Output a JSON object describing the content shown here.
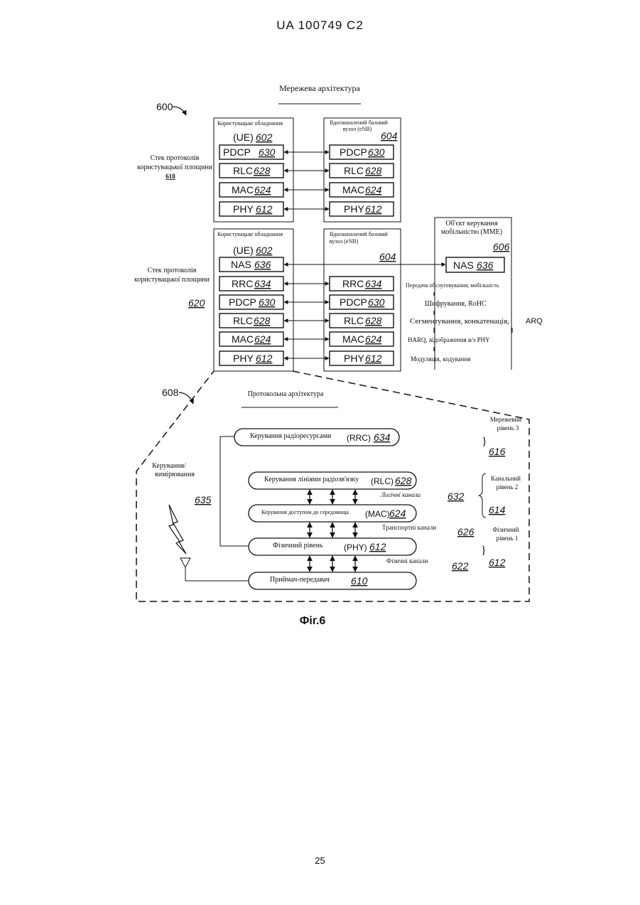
{
  "header": "UA   100749   C2",
  "page_number": "25",
  "figure_caption": "Фіг.6",
  "network": {
    "title": "Мережева архітектура",
    "ref_arrow": "600",
    "user_plane": {
      "label_lines": [
        "Стек протоколів",
        "користувацької площини"
      ],
      "ref": "618",
      "ue_label": "Користувацьке обладнання",
      "ue_prefix": "(UE)",
      "ue_ref": "602",
      "enb_label_lines": [
        "Вдосконалений базовий",
        "вузол (eNB)"
      ],
      "enb_ref": "604",
      "ue_layers": [
        {
          "name": "PDCP",
          "ref": "630"
        },
        {
          "name": "RLC",
          "ref": "628"
        },
        {
          "name": "MAC",
          "ref": "624"
        },
        {
          "name": "PHY",
          "ref": "612"
        }
      ],
      "enb_layers": [
        {
          "name": "PDCP",
          "ref": "630"
        },
        {
          "name": "RLC",
          "ref": "628"
        },
        {
          "name": "MAC",
          "ref": "624"
        },
        {
          "name": "PHY",
          "ref": "612"
        }
      ]
    },
    "control_plane": {
      "label_lines": [
        "Стек протоколів",
        "користувацької площини"
      ],
      "ref": "620",
      "ue_label": "Користувацьке обладнання",
      "ue_prefix": "(UE)",
      "ue_ref": "602",
      "enb_label_lines": [
        "Вдосконалений базовий",
        "вузол (eNB)"
      ],
      "enb_ref": "604",
      "ue_layers": [
        {
          "name": "NAS",
          "ref": "636"
        },
        {
          "name": "RRC",
          "ref": "634"
        },
        {
          "name": "PDCP",
          "ref": "630"
        },
        {
          "name": "RLC",
          "ref": "628"
        },
        {
          "name": "MAC",
          "ref": "624"
        },
        {
          "name": "PHY",
          "ref": "612"
        }
      ],
      "enb_layers": [
        {
          "name": "RRC",
          "ref": "634"
        },
        {
          "name": "PDCP",
          "ref": "630"
        },
        {
          "name": "RLC",
          "ref": "628"
        },
        {
          "name": "MAC",
          "ref": "624"
        },
        {
          "name": "PHY",
          "ref": "612"
        }
      ]
    },
    "mme": {
      "label_lines": [
        "Об'єкт керування",
        "мобільністю (MME)"
      ],
      "ref": "606",
      "nas": {
        "name": "NAS",
        "ref": "636"
      }
    },
    "functions": {
      "handover": "Передача обслуговування, мобільність",
      "ciphering": "Шифрування, RoHC",
      "segmentation": "Сегментування, конкатенація,",
      "arq": "ARQ",
      "harq": "HARQ, відображення в/з PHY",
      "modulation": "Модуляція, кодування"
    }
  },
  "protocol": {
    "ref": "608",
    "title": "Протокольна архітектура",
    "control_label_lines": [
      "Керування/",
      "вимірювання"
    ],
    "control_ref": "635",
    "rrc": {
      "label": "Керування радіоресурсами",
      "abbr": "(RRC)",
      "ref": "634"
    },
    "rlc": {
      "label": "Керування лініями радіозв'язку",
      "abbr": "(RLC)",
      "ref": "628"
    },
    "mac": {
      "label": "Керування доступом до середовища",
      "abbr": "(MAC)",
      "ref": "624"
    },
    "phy": {
      "label": "Фізичний рівень",
      "abbr": "(PHY)",
      "ref": "612"
    },
    "trx": {
      "label": "Приймач-передавач",
      "ref": "610"
    },
    "logical_channels": "Логічні канали",
    "logical_ref": "632",
    "transport_channels": "Транспортні канали",
    "transport_ref": "626",
    "physical_channels": "Фізичні канали",
    "physical_ref": "622",
    "network_layer_lines": [
      "Мережевий",
      "рівень 3"
    ],
    "network_layer_ref": "616",
    "link_layer_lines": [
      "Канальний",
      "рівень 2"
    ],
    "link_layer_ref": "614",
    "physical_layer_lines": [
      "Фізичний",
      "рівень 1"
    ],
    "physical_layer_ref": "612"
  }
}
